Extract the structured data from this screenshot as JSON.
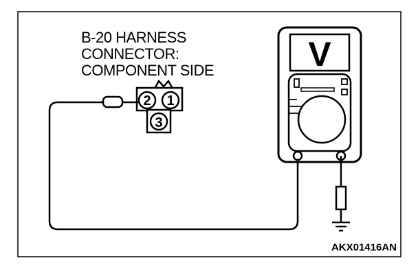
{
  "connector": {
    "label_lines": [
      "B-20 HARNESS",
      "CONNECTOR:",
      "COMPONENT SIDE"
    ],
    "pins": [
      "2",
      "1",
      "3"
    ]
  },
  "meter": {
    "mode_symbol": "V",
    "icons": [
      "voltmeter-v-icon",
      "meter-dial-icon",
      "ground-symbol-icon",
      "probe-plug-icon",
      "resistor-icon"
    ]
  },
  "figure_code": "AKX01416AN",
  "colors": {
    "line": "#000000",
    "background": "#ffffff"
  }
}
